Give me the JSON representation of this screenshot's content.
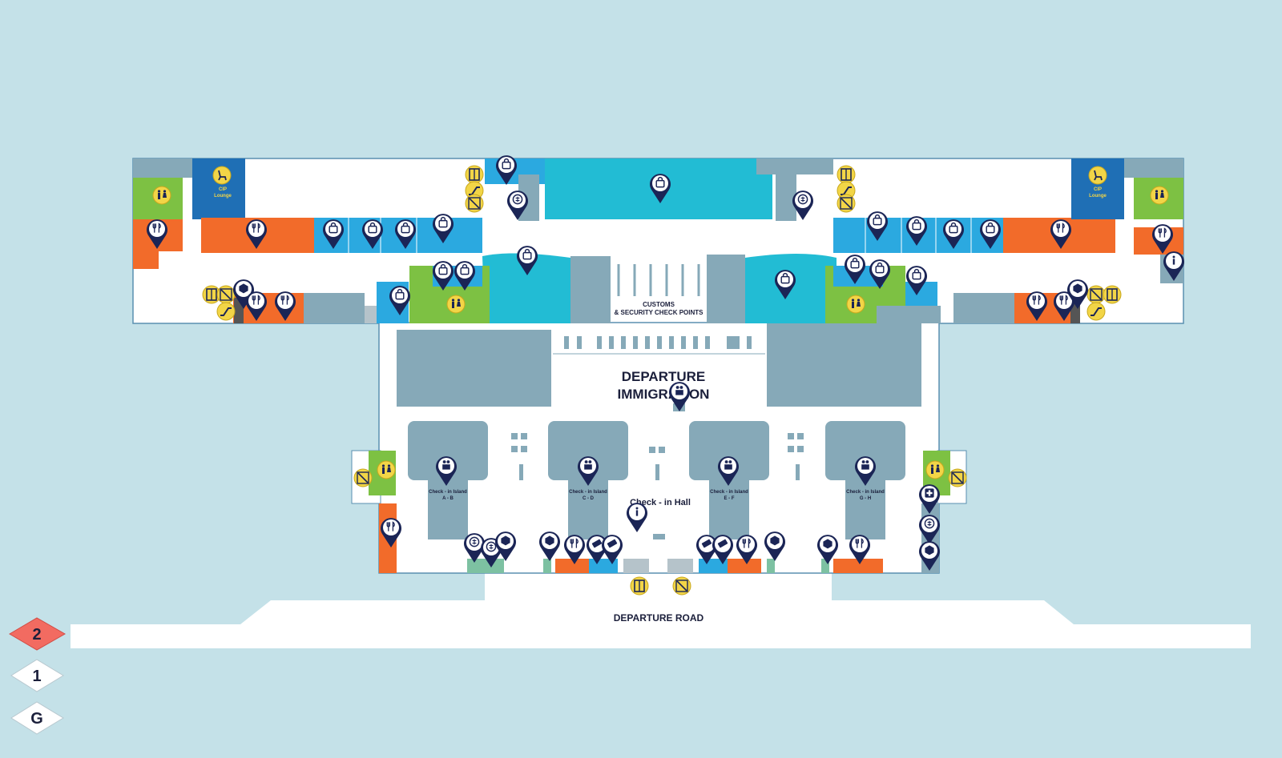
{
  "colors": {
    "background": "#c4e1e8",
    "floor": "#ffffff",
    "shop_blue": "#2ba9e0",
    "teal": "#22bcd4",
    "orange": "#f26b2a",
    "green": "#7dc143",
    "grey": "#86a9b8",
    "dark_blue": "#1f6fb5",
    "pin": "#1b2556",
    "service_yellow": "#f2d547",
    "floor_active": "#f26b61"
  },
  "labels": {
    "customs_line1": "CUSTOMS",
    "customs_line2": "& SECURITY CHECK POINTS",
    "departure_line1": "DEPARTURE",
    "departure_line2": "IMMIGRATION",
    "check_in_hall": "Check - in Hall",
    "departure_road": "DEPARTURE ROAD",
    "cip_left": "CIP",
    "cip_left_2": "Lounge",
    "cip_right": "CIP",
    "cip_right_2": "Lounge",
    "island_ab_1": "Check - in Island",
    "island_ab_2": "A - B",
    "island_cd_1": "Check - in Island",
    "island_cd_2": "C - D",
    "island_ef_1": "Check - in Island",
    "island_ef_2": "E - F",
    "island_gh_1": "Check - in Island",
    "island_gh_2": "G - H"
  },
  "floors": [
    {
      "label": "2",
      "active": true
    },
    {
      "label": "1",
      "active": false
    },
    {
      "label": "G",
      "active": false
    }
  ],
  "pin_icons": {
    "shop": "shopping-bag-icon",
    "dining": "restaurant-icon",
    "checkin": "check-in-counter-icon",
    "info": "information-icon",
    "currency": "currency-exchange-icon",
    "baggage": "baggage-wrap-icon",
    "ticket": "ticketing-icon",
    "medical": "medical-icon",
    "immigration": "immigration-icon",
    "atm": "atm-icon"
  },
  "service_icons": {
    "restroom": "restroom-icon",
    "elevator": "elevator-icon",
    "escalator": "escalator-icon",
    "stairs": "stairs-icon",
    "lounge": "lounge-seat-icon"
  }
}
